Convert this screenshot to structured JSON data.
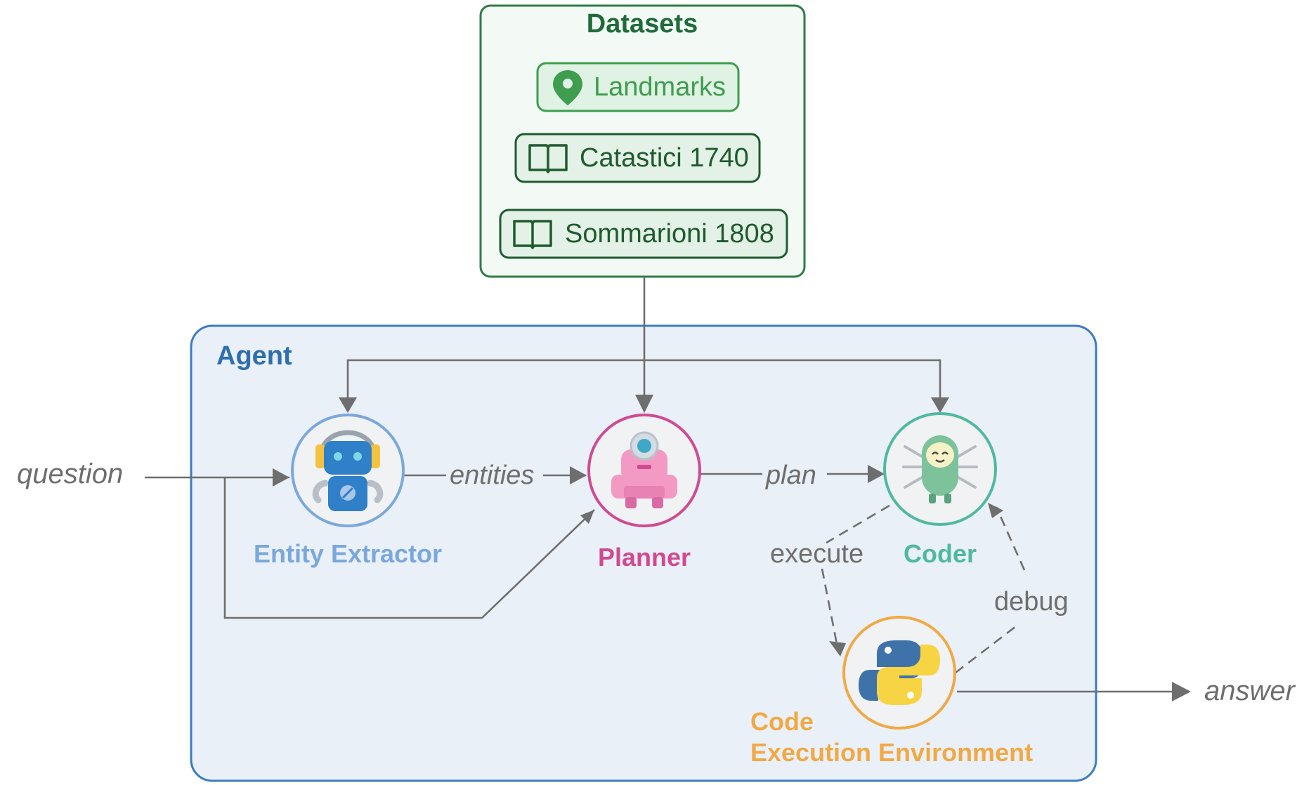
{
  "datasets": {
    "title": "Datasets",
    "items": [
      {
        "label": "Landmarks",
        "icon": "map-pin-icon"
      },
      {
        "label": "Catastici 1740",
        "icon": "book-icon"
      },
      {
        "label": "Sommarioni 1808",
        "icon": "book-icon"
      }
    ]
  },
  "agent": {
    "title": "Agent",
    "nodes": {
      "entity_extractor": {
        "label": "Entity Extractor",
        "icon": "blue-robot-icon",
        "color": "#7aa8dc"
      },
      "planner": {
        "label": "Planner",
        "icon": "pink-robot-icon",
        "color": "#d04a93"
      },
      "coder": {
        "label": "Coder",
        "icon": "green-robot-icon",
        "color": "#4fb9a0"
      },
      "env": {
        "label_line1": "Code",
        "label_line2": "Execution Environment",
        "icon": "python-icon",
        "color": "#f0a945"
      }
    }
  },
  "io": {
    "input": "question",
    "output": "answer"
  },
  "edges": {
    "entities": "entities",
    "plan": "plan",
    "execute": "execute",
    "debug": "debug"
  },
  "colors": {
    "datasets_border": "#2e7d46",
    "datasets_fill": "#f3faf5",
    "agent_border": "#3d7cc2",
    "agent_fill": "#eaf0f7",
    "edge": "#6e6e6e"
  }
}
